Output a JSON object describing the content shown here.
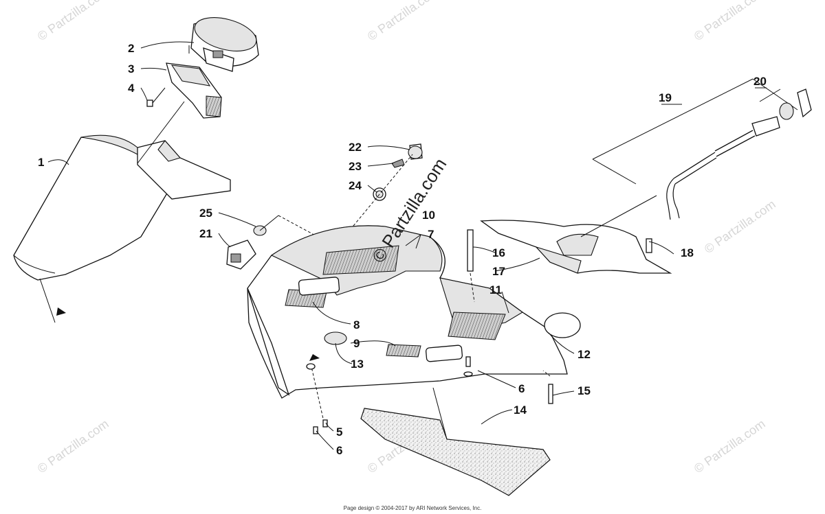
{
  "watermark": {
    "text": "© Partzilla.com",
    "center_text": "© Partzilla.com"
  },
  "footer": {
    "text": "Page design © 2004-2017 by ARI Network Services, Inc."
  },
  "callouts": [
    {
      "id": "c1",
      "label": "1"
    },
    {
      "id": "c2",
      "label": "2"
    },
    {
      "id": "c3",
      "label": "3"
    },
    {
      "id": "c4",
      "label": "4"
    },
    {
      "id": "c5",
      "label": "5"
    },
    {
      "id": "c6a",
      "label": "6"
    },
    {
      "id": "c6b",
      "label": "6"
    },
    {
      "id": "c7",
      "label": "7"
    },
    {
      "id": "c8",
      "label": "8"
    },
    {
      "id": "c9",
      "label": "9"
    },
    {
      "id": "c10",
      "label": "10"
    },
    {
      "id": "c11",
      "label": "11"
    },
    {
      "id": "c12",
      "label": "12"
    },
    {
      "id": "c13",
      "label": "13"
    },
    {
      "id": "c14",
      "label": "14"
    },
    {
      "id": "c15",
      "label": "15"
    },
    {
      "id": "c16",
      "label": "16"
    },
    {
      "id": "c17",
      "label": "17"
    },
    {
      "id": "c18",
      "label": "18"
    },
    {
      "id": "c19",
      "label": "19"
    },
    {
      "id": "c20",
      "label": "20"
    },
    {
      "id": "c21",
      "label": "21"
    },
    {
      "id": "c22",
      "label": "22"
    },
    {
      "id": "c23",
      "label": "23"
    },
    {
      "id": "c24",
      "label": "24"
    },
    {
      "id": "c25",
      "label": "25"
    }
  ]
}
